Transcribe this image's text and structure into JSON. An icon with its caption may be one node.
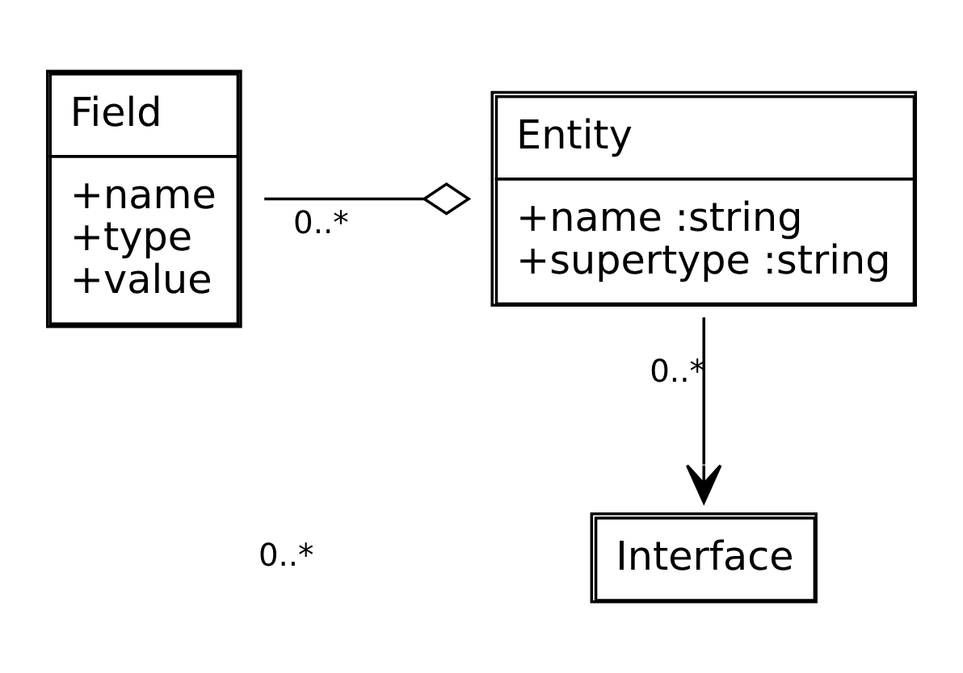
{
  "diagram": {
    "nodes": [
      {
        "text": [
          "Entity",
          "+name :string +supertype :string"
        ]
      },
      {
        "text": [
          "Field",
          "+name +type +value"
        ]
      },
      {
        "text": [
          "Interface"
        ]
      }
    ],
    "edges": [
      {
        "from": 1,
        "to": 0,
        "arrow": "other",
        "label": "0..*"
      },
      {
        "from": 0,
        "to": 2,
        "arrow": "to",
        "label": "0..*"
      }
    ],
    "labels": [
      "0..*"
    ]
  }
}
